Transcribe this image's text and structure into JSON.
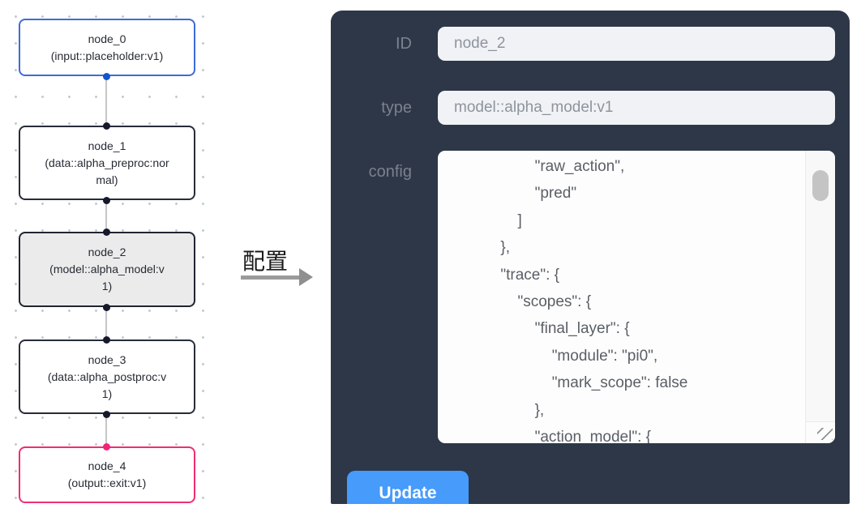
{
  "canvas": {
    "nodes": [
      {
        "id": "node_0",
        "title": "node_0",
        "subtitle": "(input::placeholder:v1)",
        "role": "input",
        "accent": "#3c6cd7",
        "selected": false
      },
      {
        "id": "node_1",
        "title": "node_1",
        "subtitle": "(data::alpha_preproc:normal)",
        "role": "data",
        "accent": "#262c3a",
        "selected": false
      },
      {
        "id": "node_2",
        "title": "node_2",
        "subtitle": "(model::alpha_model:v1)",
        "role": "model",
        "accent": "#1f2533",
        "selected": true
      },
      {
        "id": "node_3",
        "title": "node_3",
        "subtitle": "(data::alpha_postproc:v1)",
        "role": "data",
        "accent": "#262c3a",
        "selected": false
      },
      {
        "id": "node_4",
        "title": "node_4",
        "subtitle": "(output::exit:v1)",
        "role": "output",
        "accent": "#ef2e73",
        "selected": false
      }
    ]
  },
  "transition": {
    "label": "配置"
  },
  "panel": {
    "fields": [
      {
        "label": "ID",
        "value": "node_2"
      },
      {
        "label": "type",
        "value": "model::alpha_model:v1"
      },
      {
        "label": "config"
      }
    ],
    "config_text": "                    \"raw_action\",\n                    \"pred\"\n                ]\n            },\n            \"trace\": {\n                \"scopes\": {\n                    \"final_layer\": {\n                        \"module\": \"pi0\",\n                        \"mark_scope\": false\n                    },\n                    \"action_model\": {",
    "update_label": "Update"
  },
  "colors": {
    "panel_bg": "#2d3748",
    "button_bg": "#469bfb",
    "input_bg": "#f0f2f5",
    "input_node_accent": "#3c6cd7",
    "output_node_accent": "#ef2e73",
    "selected_node_fill": "#ebebeb",
    "handle_blue": "#1355cc",
    "handle_pink": "#f1247c",
    "edge_gray": "#c6c6c6"
  }
}
